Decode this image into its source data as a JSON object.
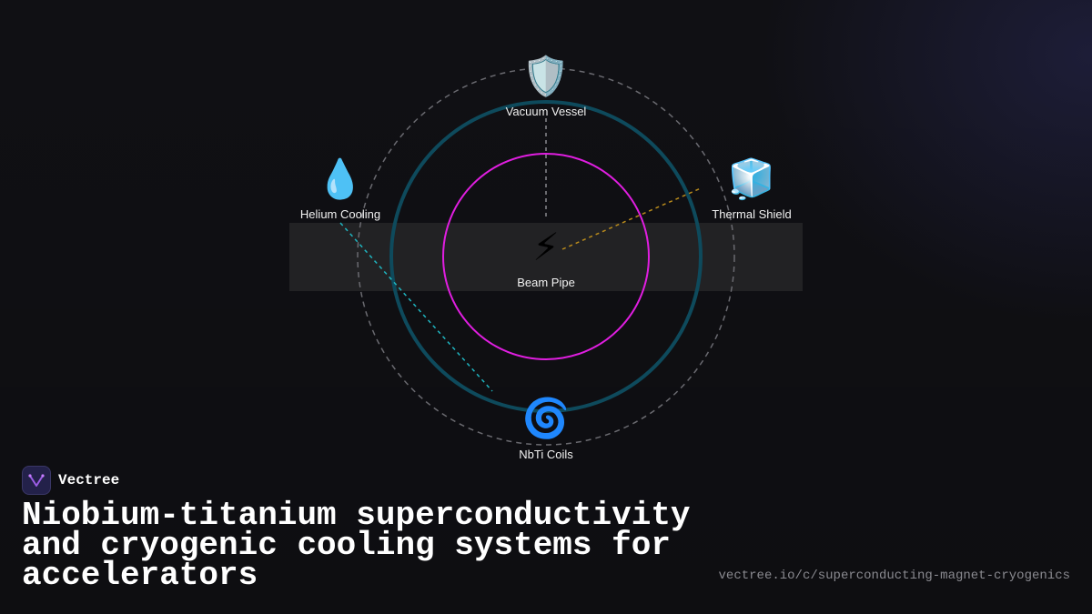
{
  "diagram": {
    "center": {
      "icon": "high-voltage-icon",
      "glyph": "⚡",
      "label": "Beam Pipe"
    },
    "nodes": [
      {
        "key": "vacuum",
        "icon": "shield-icon",
        "glyph": "🛡️",
        "label": "Vacuum Vessel"
      },
      {
        "key": "helium",
        "icon": "water-drop-icon",
        "glyph": "💧",
        "label": "Helium Cooling"
      },
      {
        "key": "thermal",
        "icon": "ice-cube-icon",
        "glyph": "🧊",
        "label": "Thermal Shield"
      },
      {
        "key": "coils",
        "icon": "spiral-icon",
        "glyph": "🌀",
        "label": "NbTi Coils"
      }
    ],
    "colors": {
      "inner_ring": "#e01ee0",
      "middle_ring": "#0e4a5c",
      "outer_ring": "#6a6a70",
      "band": "#222224",
      "helium_link": "#1fb5c0",
      "thermal_link": "#b88a1c",
      "vacuum_link": "#8a8a90"
    }
  },
  "brand": {
    "name": "Vectree",
    "logo_icon": "vectree-logo-icon"
  },
  "title": "Niobium-titanium superconductivity and cryogenic cooling systems for accelerators",
  "url": "vectree.io/c/superconducting-magnet-cryogenics"
}
